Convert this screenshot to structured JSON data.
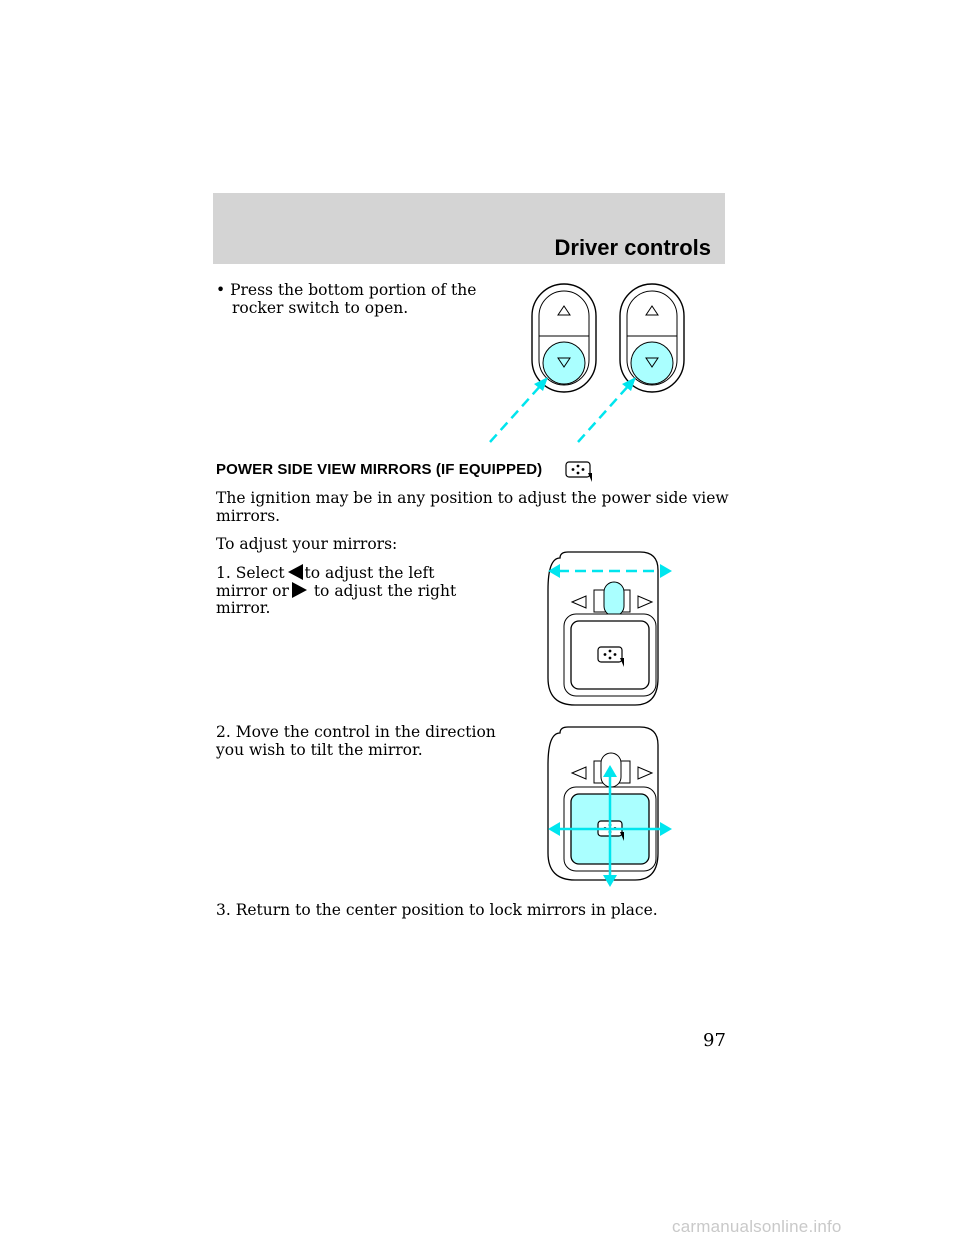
{
  "header": {
    "section_title": "Driver controls"
  },
  "sunroof": {
    "bullet": "•",
    "bullet_text_line1": "Press the bottom portion of the",
    "bullet_text_line2": "rocker switch to open."
  },
  "mirrors": {
    "heading": "POWER SIDE VIEW MIRRORS (IF EQUIPPED)",
    "heading_icon": "mirror-control-icon",
    "intro_line1": "The ignition may be in any position to adjust the power side view",
    "intro_line2": "mirrors.",
    "to_adjust": "To adjust your mirrors:",
    "step1_a": "1. Select",
    "step1_b": "to adjust the left",
    "step1_c": "mirror or",
    "step1_d": "to adjust the right",
    "step1_e": "mirror.",
    "step1_left_icon": "left-triangle-icon",
    "step1_right_icon": "right-triangle-icon",
    "step2_line1": "2. Move the control in the direction",
    "step2_line2": "you wish to tilt the mirror.",
    "step3": "3. Return to the center position to lock mirrors in place."
  },
  "colors": {
    "highlight": "#aaffff",
    "arrow": "#00e5ee",
    "header_band": "#d4d4d4"
  },
  "page": {
    "number": "97"
  },
  "watermark": {
    "text": "carmanualsonline.info"
  }
}
